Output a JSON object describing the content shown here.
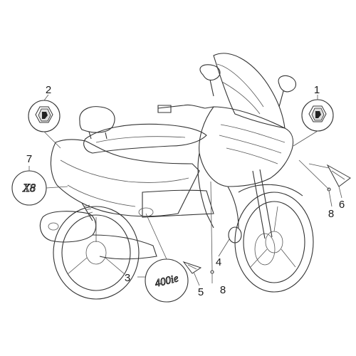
{
  "diagram": {
    "type": "exploded-parts-view",
    "subject": "scooter",
    "callouts": [
      {
        "id": "1",
        "label": "1"
      },
      {
        "id": "2",
        "label": "2"
      },
      {
        "id": "3",
        "label": "3"
      },
      {
        "id": "4",
        "label": "4"
      },
      {
        "id": "5",
        "label": "5"
      },
      {
        "id": "6",
        "label": "6"
      },
      {
        "id": "7",
        "label": "7"
      },
      {
        "id": "8a",
        "label": "8"
      },
      {
        "id": "8b",
        "label": "8"
      }
    ],
    "badges": {
      "badge_7_lettering": "X8",
      "badge_3_lettering": "400ie"
    },
    "icons": [
      "piaggio-logo-icon",
      "x8-emblem-icon",
      "400ie-emblem-icon"
    ]
  }
}
